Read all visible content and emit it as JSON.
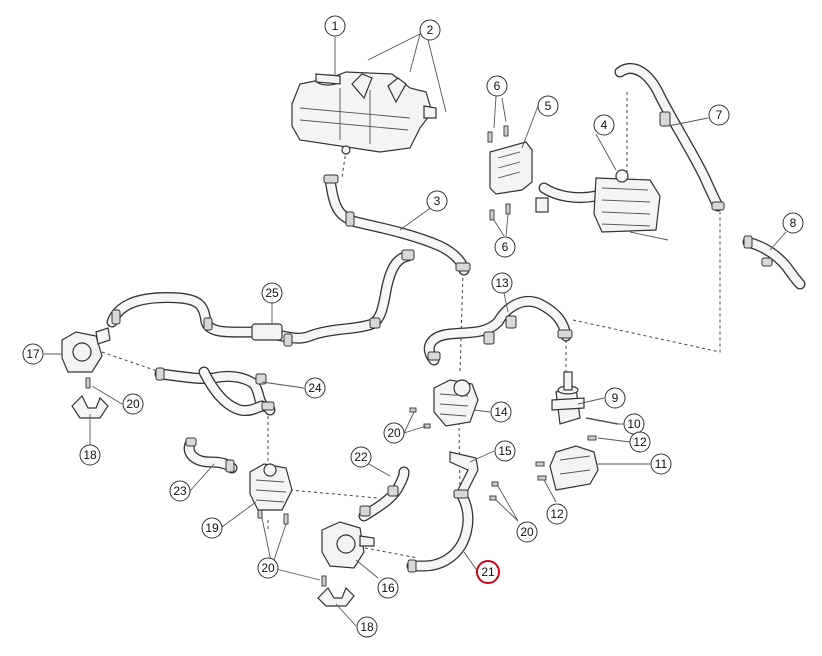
{
  "diagram": {
    "highlight_color": "#d0021b",
    "callouts": [
      {
        "label": "1"
      },
      {
        "label": "2"
      },
      {
        "label": "3"
      },
      {
        "label": "4"
      },
      {
        "label": "5"
      },
      {
        "label": "6"
      },
      {
        "label": "6"
      },
      {
        "label": "7"
      },
      {
        "label": "8"
      },
      {
        "label": "9"
      },
      {
        "label": "10"
      },
      {
        "label": "11"
      },
      {
        "label": "12"
      },
      {
        "label": "12"
      },
      {
        "label": "13"
      },
      {
        "label": "14"
      },
      {
        "label": "15"
      },
      {
        "label": "16"
      },
      {
        "label": "17"
      },
      {
        "label": "18"
      },
      {
        "label": "18"
      },
      {
        "label": "19"
      },
      {
        "label": "20"
      },
      {
        "label": "20"
      },
      {
        "label": "20"
      },
      {
        "label": "20"
      },
      {
        "label": "21",
        "highlighted": true
      },
      {
        "label": "22"
      },
      {
        "label": "23"
      },
      {
        "label": "24"
      },
      {
        "label": "25"
      }
    ]
  }
}
